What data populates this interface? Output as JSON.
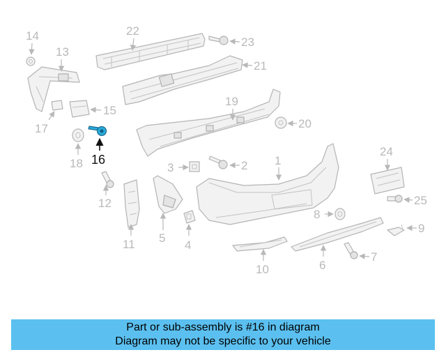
{
  "diagram": {
    "callouts": {
      "c1": "1",
      "c2": "2",
      "c3": "3",
      "c4": "4",
      "c5": "5",
      "c6": "6",
      "c7": "7",
      "c8": "8",
      "c9": "9",
      "c10": "10",
      "c11": "11",
      "c12": "12",
      "c13": "13",
      "c14": "14",
      "c15": "15",
      "c16": "16",
      "c17": "17",
      "c18": "18",
      "c19": "19",
      "c20": "20",
      "c21": "21",
      "c22": "22",
      "c23": "23",
      "c24": "24",
      "c25": "25"
    },
    "highlighted_part": "16",
    "colors": {
      "highlight": "#2aa9d8",
      "banner": "#5bc0f0",
      "lines": "#b8b8b8"
    }
  },
  "banner": {
    "line1": "Part or sub-assembly is #16 in diagram",
    "line2": "Diagram may not be specific to your vehicle"
  }
}
